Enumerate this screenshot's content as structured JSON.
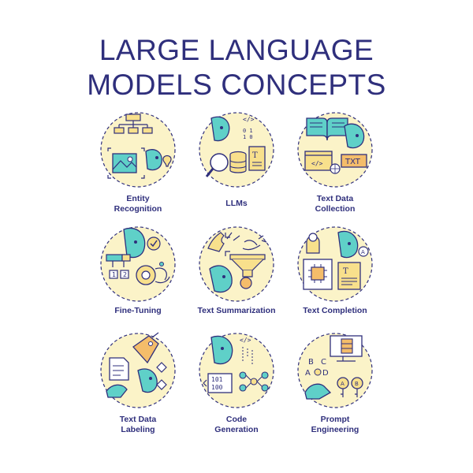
{
  "title": {
    "line1": "LARGE LANGUAGE",
    "line2": "MODELS CONCEPTS"
  },
  "items": [
    {
      "lines": [
        "Entity",
        "Recognition"
      ],
      "icon": "entity-recognition-icon"
    },
    {
      "lines": [
        "LLMs"
      ],
      "icon": "llms-icon"
    },
    {
      "lines": [
        "Text Data",
        "Collection"
      ],
      "icon": "text-data-collection-icon"
    },
    {
      "lines": [
        "Fine-Tuning"
      ],
      "icon": "fine-tuning-icon"
    },
    {
      "lines": [
        "Text Summarization"
      ],
      "icon": "text-summarization-icon"
    },
    {
      "lines": [
        "Text Completion"
      ],
      "icon": "text-completion-icon"
    },
    {
      "lines": [
        "Text Data",
        "Labeling"
      ],
      "icon": "text-data-labeling-icon"
    },
    {
      "lines": [
        "Code",
        "Generation"
      ],
      "icon": "code-generation-icon"
    },
    {
      "lines": [
        "Prompt",
        "Engineering"
      ],
      "icon": "prompt-engineering-icon"
    }
  ],
  "icon_text": {
    "txt": "TXT",
    "t": "T",
    "binary1": "0 1\n1 0\n0 1",
    "code_tag": "</>",
    "num_1": "1",
    "num_2": "2",
    "letter_a": "A",
    "letter_b": "B",
    "letter_c": "C",
    "letter_d": "D",
    "code_bits_top": "101",
    "code_bits_bottom": "100"
  },
  "colors": {
    "ink": "#2f2f7c",
    "teal": "#5fd0c8",
    "yellow": "#f8e08c",
    "yellow_light": "#fbf3c8",
    "orange": "#f4bd6a"
  }
}
